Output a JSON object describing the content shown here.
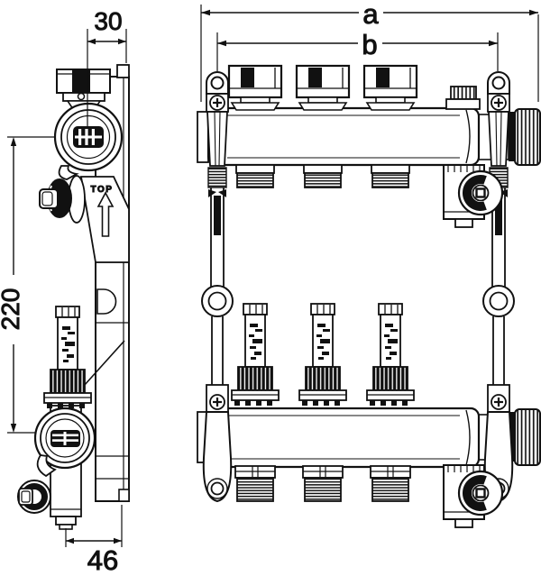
{
  "diagram": {
    "dimensions": {
      "top_depth": "30",
      "overall_width": "a",
      "mounting_span": "b",
      "valve_center_distance": "220",
      "bottom_depth": "46"
    },
    "labels": {
      "orientation_marking": "TOP"
    },
    "colors": {
      "line": "#111111",
      "background": "#ffffff"
    }
  }
}
